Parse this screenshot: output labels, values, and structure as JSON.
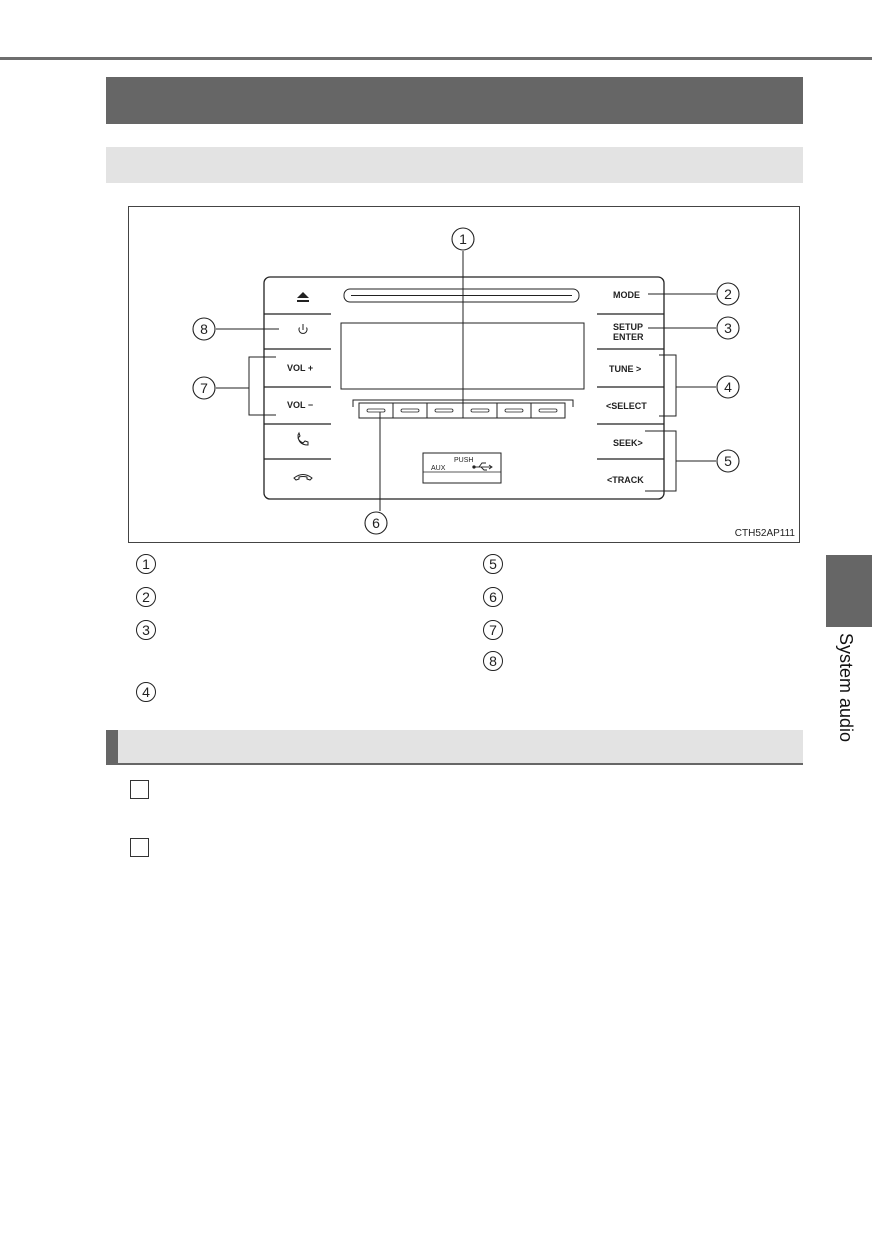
{
  "figure": {
    "code": "CTH52AP111",
    "buttons": {
      "mode": "MODE",
      "setup": "SETUP",
      "enter": "ENTER",
      "tune": "TUNE >",
      "select": "<SELECT",
      "seek": "SEEK>",
      "track": "<TRACK",
      "vol_plus": "VOL +",
      "vol_minus": "VOL −",
      "push": "PUSH",
      "aux": "AUX"
    },
    "callouts": [
      "1",
      "2",
      "3",
      "4",
      "5",
      "6",
      "7",
      "8"
    ]
  },
  "legend": {
    "left": [
      "1",
      "2",
      "3",
      "4"
    ],
    "right": [
      "5",
      "6",
      "7",
      "8"
    ]
  },
  "side_tab": {
    "label": "System audio"
  }
}
